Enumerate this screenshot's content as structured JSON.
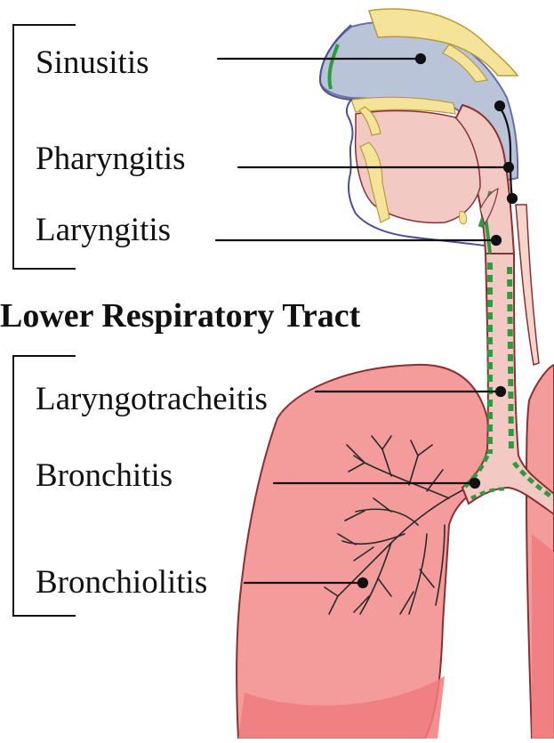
{
  "heading": "Lower Respiratory Tract",
  "upper_labels": [
    "Sinusitis",
    "Pharyngitis",
    "Laryngitis"
  ],
  "lower_labels": [
    "Laryngotracheitis",
    "Bronchitis",
    "Bronchiolitis"
  ],
  "colors": {
    "lung_fill": "#f49b9c",
    "lung_shadow": "#ee7b7e",
    "lung_outline": "#8a2f33",
    "airway_fill": "#f3c9c3",
    "cavity_fill": "#b9c4d8",
    "bone_fill": "#f6e39a",
    "mucosa_green": "#2e9b3e",
    "line": "#111111"
  }
}
